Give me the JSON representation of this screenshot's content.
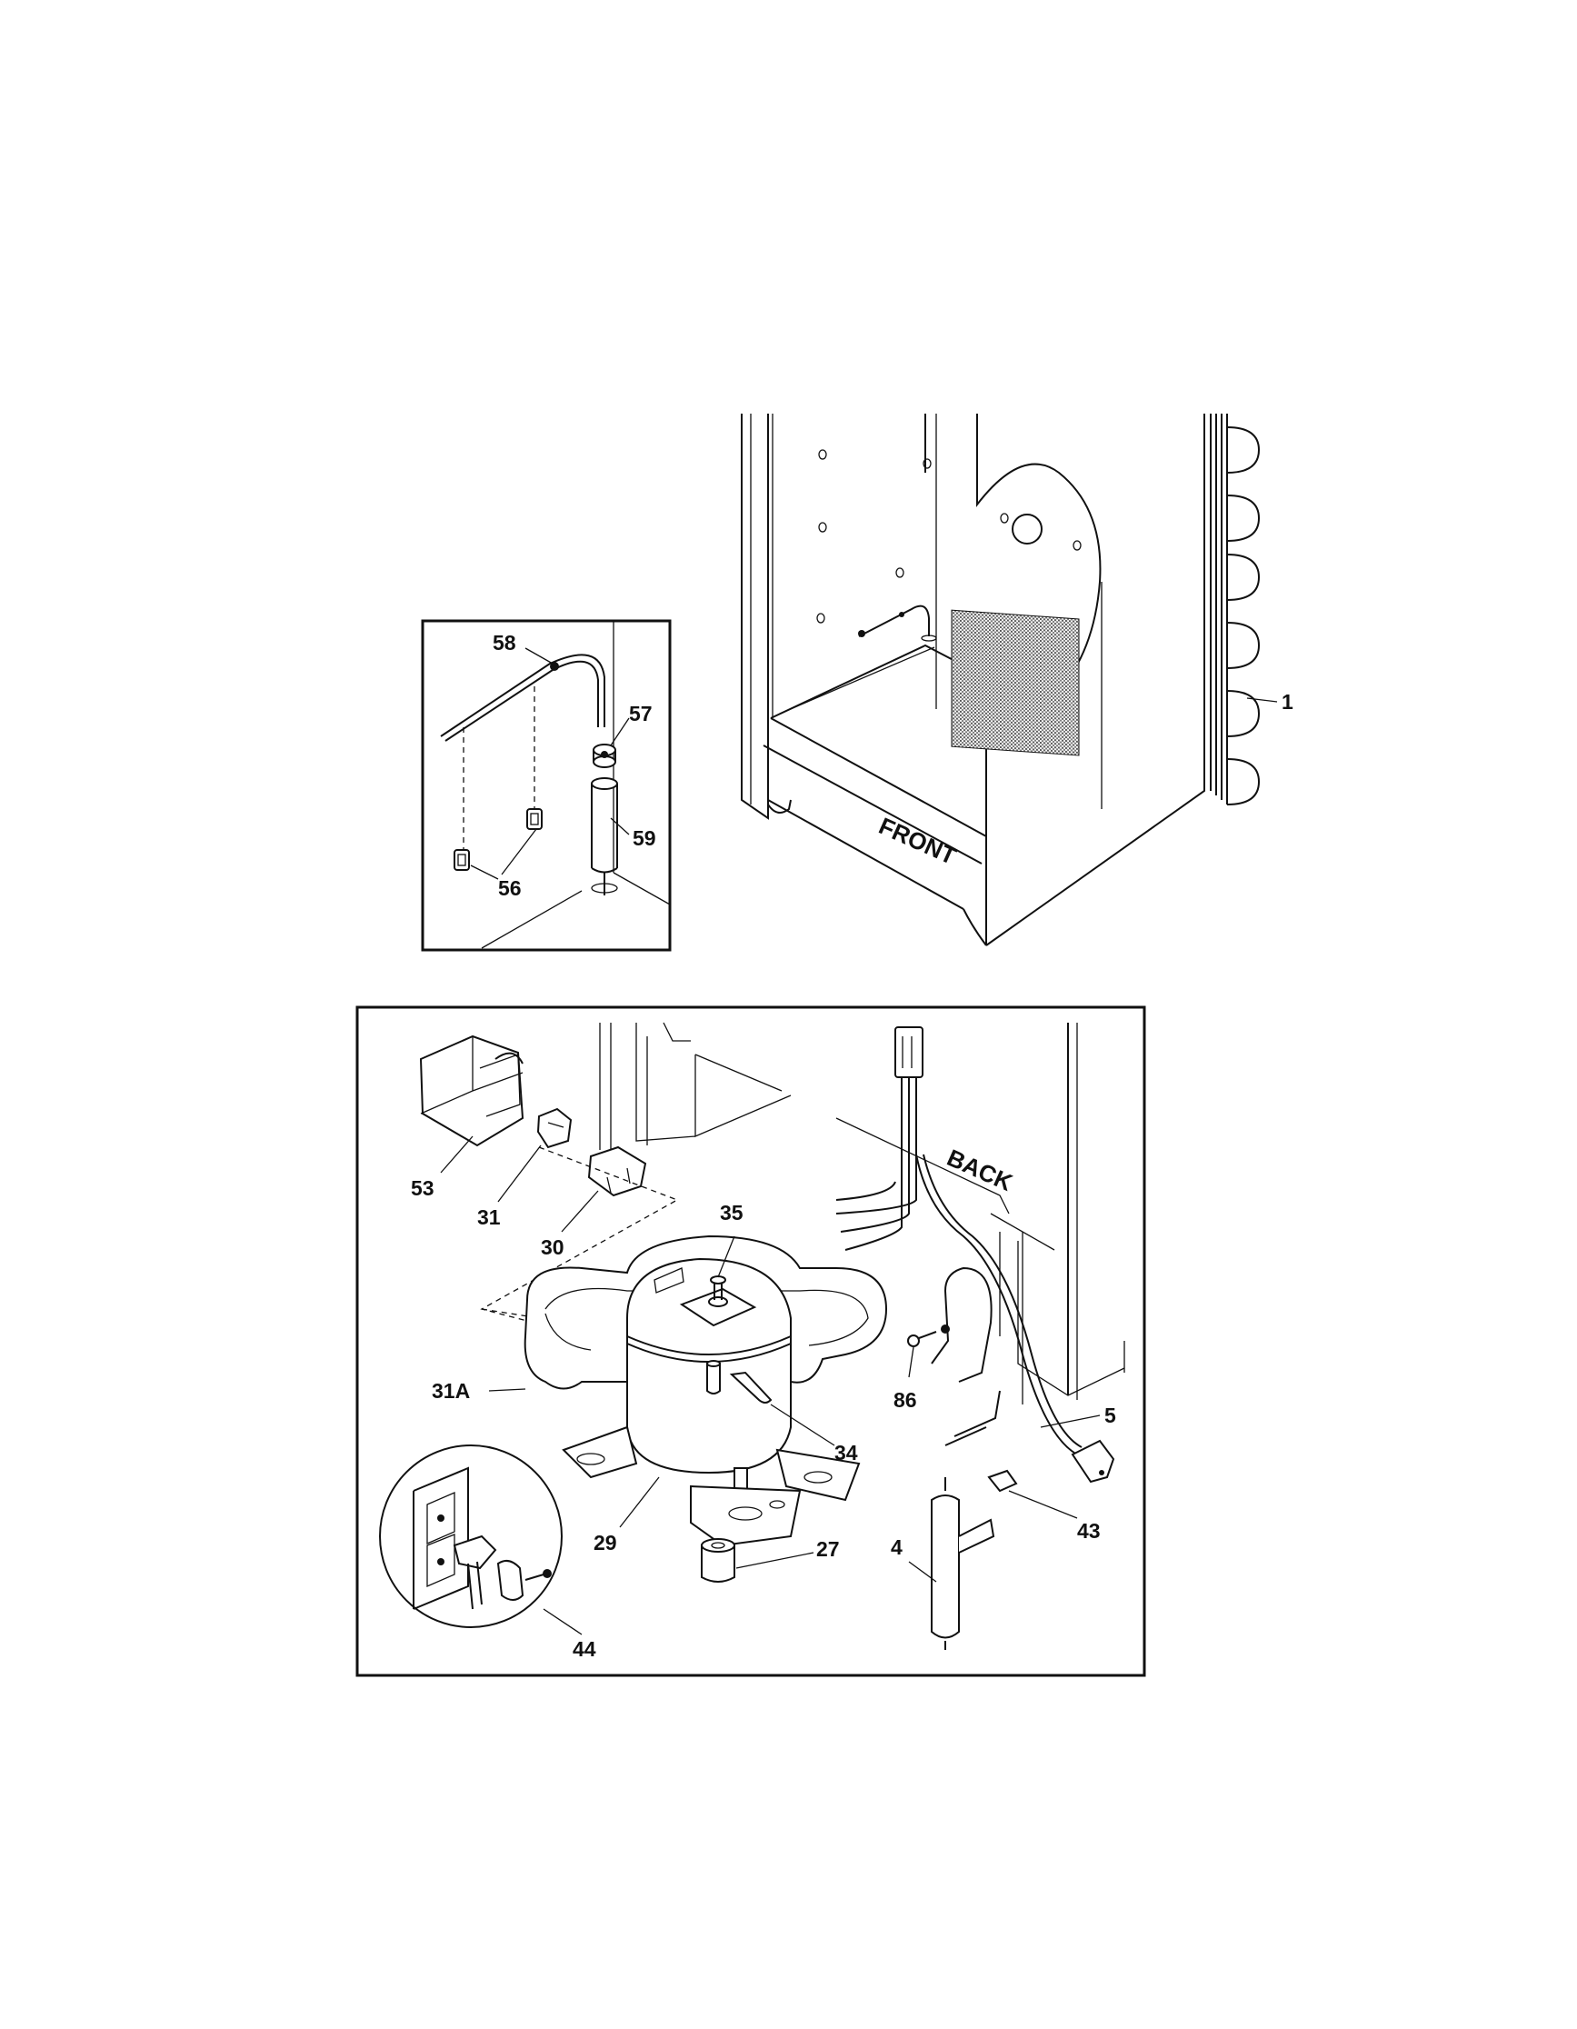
{
  "figure": {
    "upper_view": {
      "callouts": {
        "condenser": "1"
      },
      "direction_label": "FRONT"
    },
    "detail_inset": {
      "callouts": {
        "drain_tube": "58",
        "grommet": "57",
        "drain_trap": "59",
        "clips": "56"
      }
    },
    "compressor_view": {
      "direction_label": "BACK",
      "callouts": {
        "overload_cover": "53",
        "overload": "31",
        "relay": "30",
        "screw_top": "35",
        "base_pan": "31A",
        "tube": "34",
        "screw_side": "86",
        "power_cord": "5",
        "compressor": "29",
        "grommet": "27",
        "drier": "4",
        "clamp": "43",
        "outlet_detail": "44"
      }
    }
  }
}
